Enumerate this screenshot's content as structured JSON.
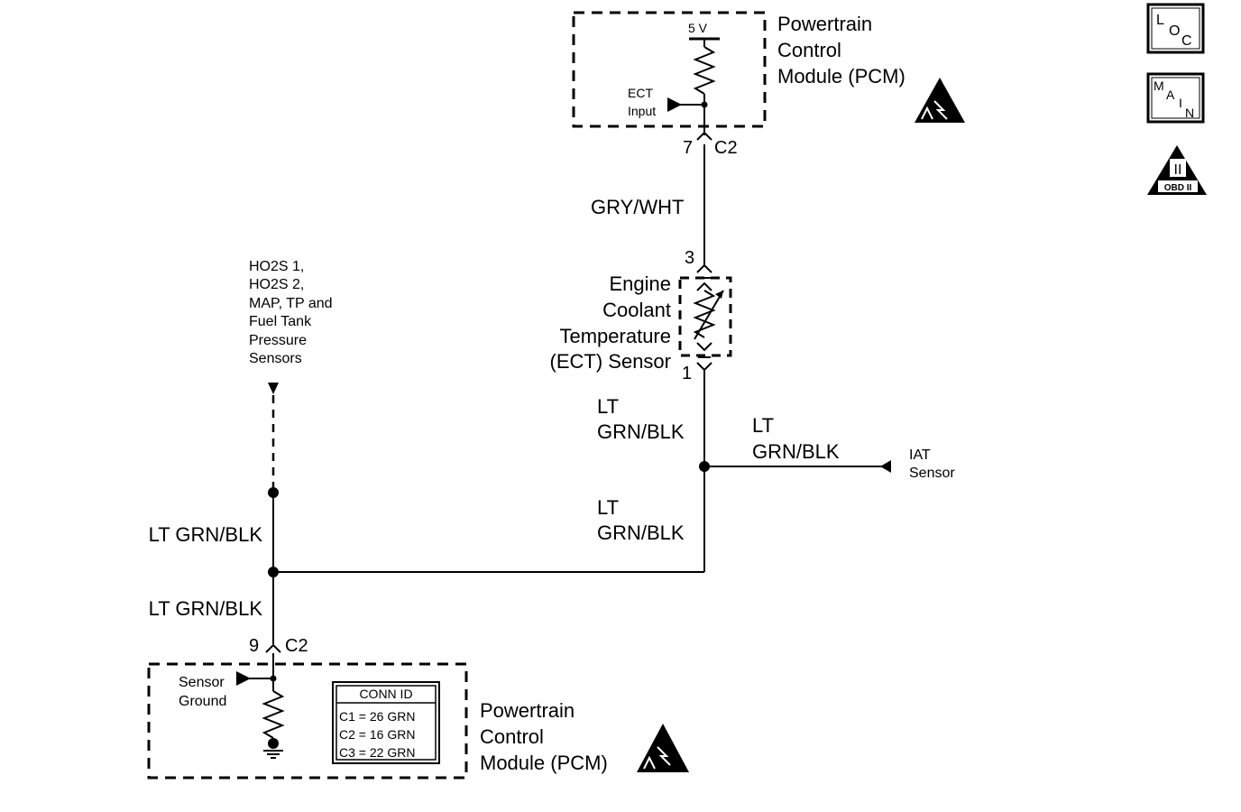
{
  "pcm_top": {
    "title_line1": "Powertrain",
    "title_line2": "Control",
    "title_line3": "Module (PCM)",
    "voltage": "5 V",
    "ect_input_line1": "ECT",
    "ect_input_line2": "Input",
    "pin": "7",
    "connector": "C2"
  },
  "wire_gry_wht": "GRY/WHT",
  "ect_sensor": {
    "pin_top": "3",
    "pin_bottom": "1",
    "line1": "Engine",
    "line2": "Coolant",
    "line3": "Temperature",
    "line4": "(ECT) Sensor"
  },
  "wires": {
    "below_ect_1": "LT",
    "below_ect_2": "GRN/BLK",
    "to_iat_1": "LT",
    "to_iat_2": "GRN/BLK",
    "vertical_lower_1": "LT",
    "vertical_lower_2": "GRN/BLK",
    "left_upper": "LT GRN/BLK",
    "left_lower": "LT GRN/BLK"
  },
  "iat": {
    "line1": "IAT",
    "line2": "Sensor"
  },
  "other_sensors": {
    "line1": "HO2S 1,",
    "line2": "HO2S 2,",
    "line3": "MAP, TP and",
    "line4": "Fuel Tank",
    "line5": "Pressure",
    "line6": "Sensors"
  },
  "pcm_bottom": {
    "pin": "9",
    "connector": "C2",
    "sensor_ground_line1": "Sensor",
    "sensor_ground_line2": "Ground",
    "title_line1": "Powertrain",
    "title_line2": "Control",
    "title_line3": "Module (PCM)"
  },
  "conn_id": {
    "header": "CONN ID",
    "rows": [
      "C1 = 26 GRN",
      "C2 = 16 GRN",
      "C3 = 22 GRN"
    ]
  },
  "badges": {
    "loc": [
      "L",
      "O",
      "C"
    ],
    "main": [
      "M",
      "A",
      "I",
      "N"
    ],
    "obd_numeral": "II",
    "obd_text": "OBD II"
  }
}
